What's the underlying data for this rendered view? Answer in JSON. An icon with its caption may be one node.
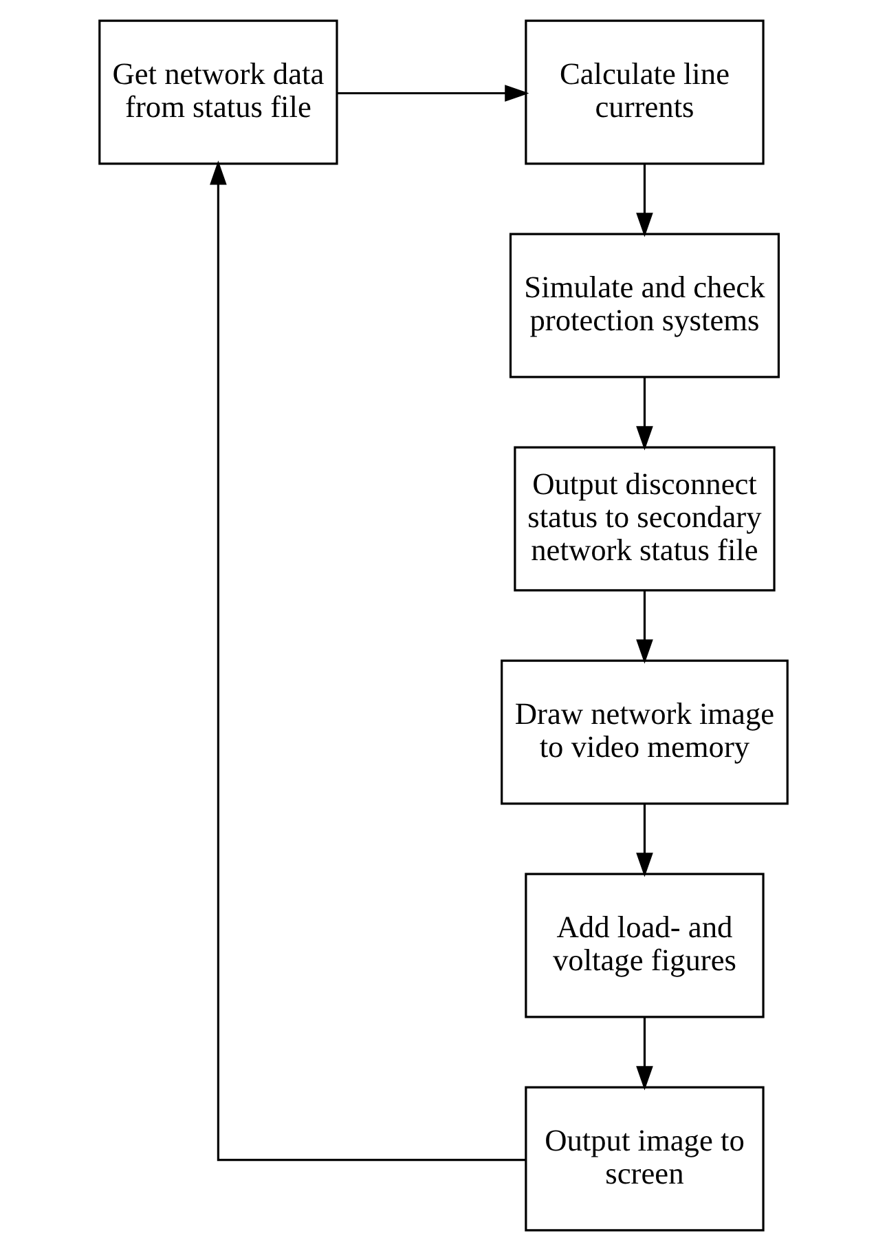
{
  "diagram": {
    "nodes": [
      {
        "text": [
          "Get network data from status file"
        ]
      },
      {
        "text": [
          "Calculate line currents"
        ]
      },
      {
        "text": [
          "Simulate and check protection systems"
        ]
      },
      {
        "text": [
          "Output disconnect status to secondary network status file"
        ]
      },
      {
        "text": [
          "Draw network image to video memory"
        ]
      },
      {
        "text": [
          "Add load- and voltage figures"
        ]
      },
      {
        "text": [
          "Output image to screen"
        ]
      }
    ],
    "edges": [
      {
        "from": 0,
        "to": 1,
        "arrow": "to"
      },
      {
        "from": 1,
        "to": 2,
        "arrow": "to"
      },
      {
        "from": 2,
        "to": 3,
        "arrow": "to"
      },
      {
        "from": 3,
        "to": 4,
        "arrow": "to"
      },
      {
        "from": 4,
        "to": 5,
        "arrow": "to"
      },
      {
        "from": 5,
        "to": 6,
        "arrow": "to"
      },
      {
        "from": 6,
        "to": 0,
        "arrow": "to"
      }
    ]
  }
}
